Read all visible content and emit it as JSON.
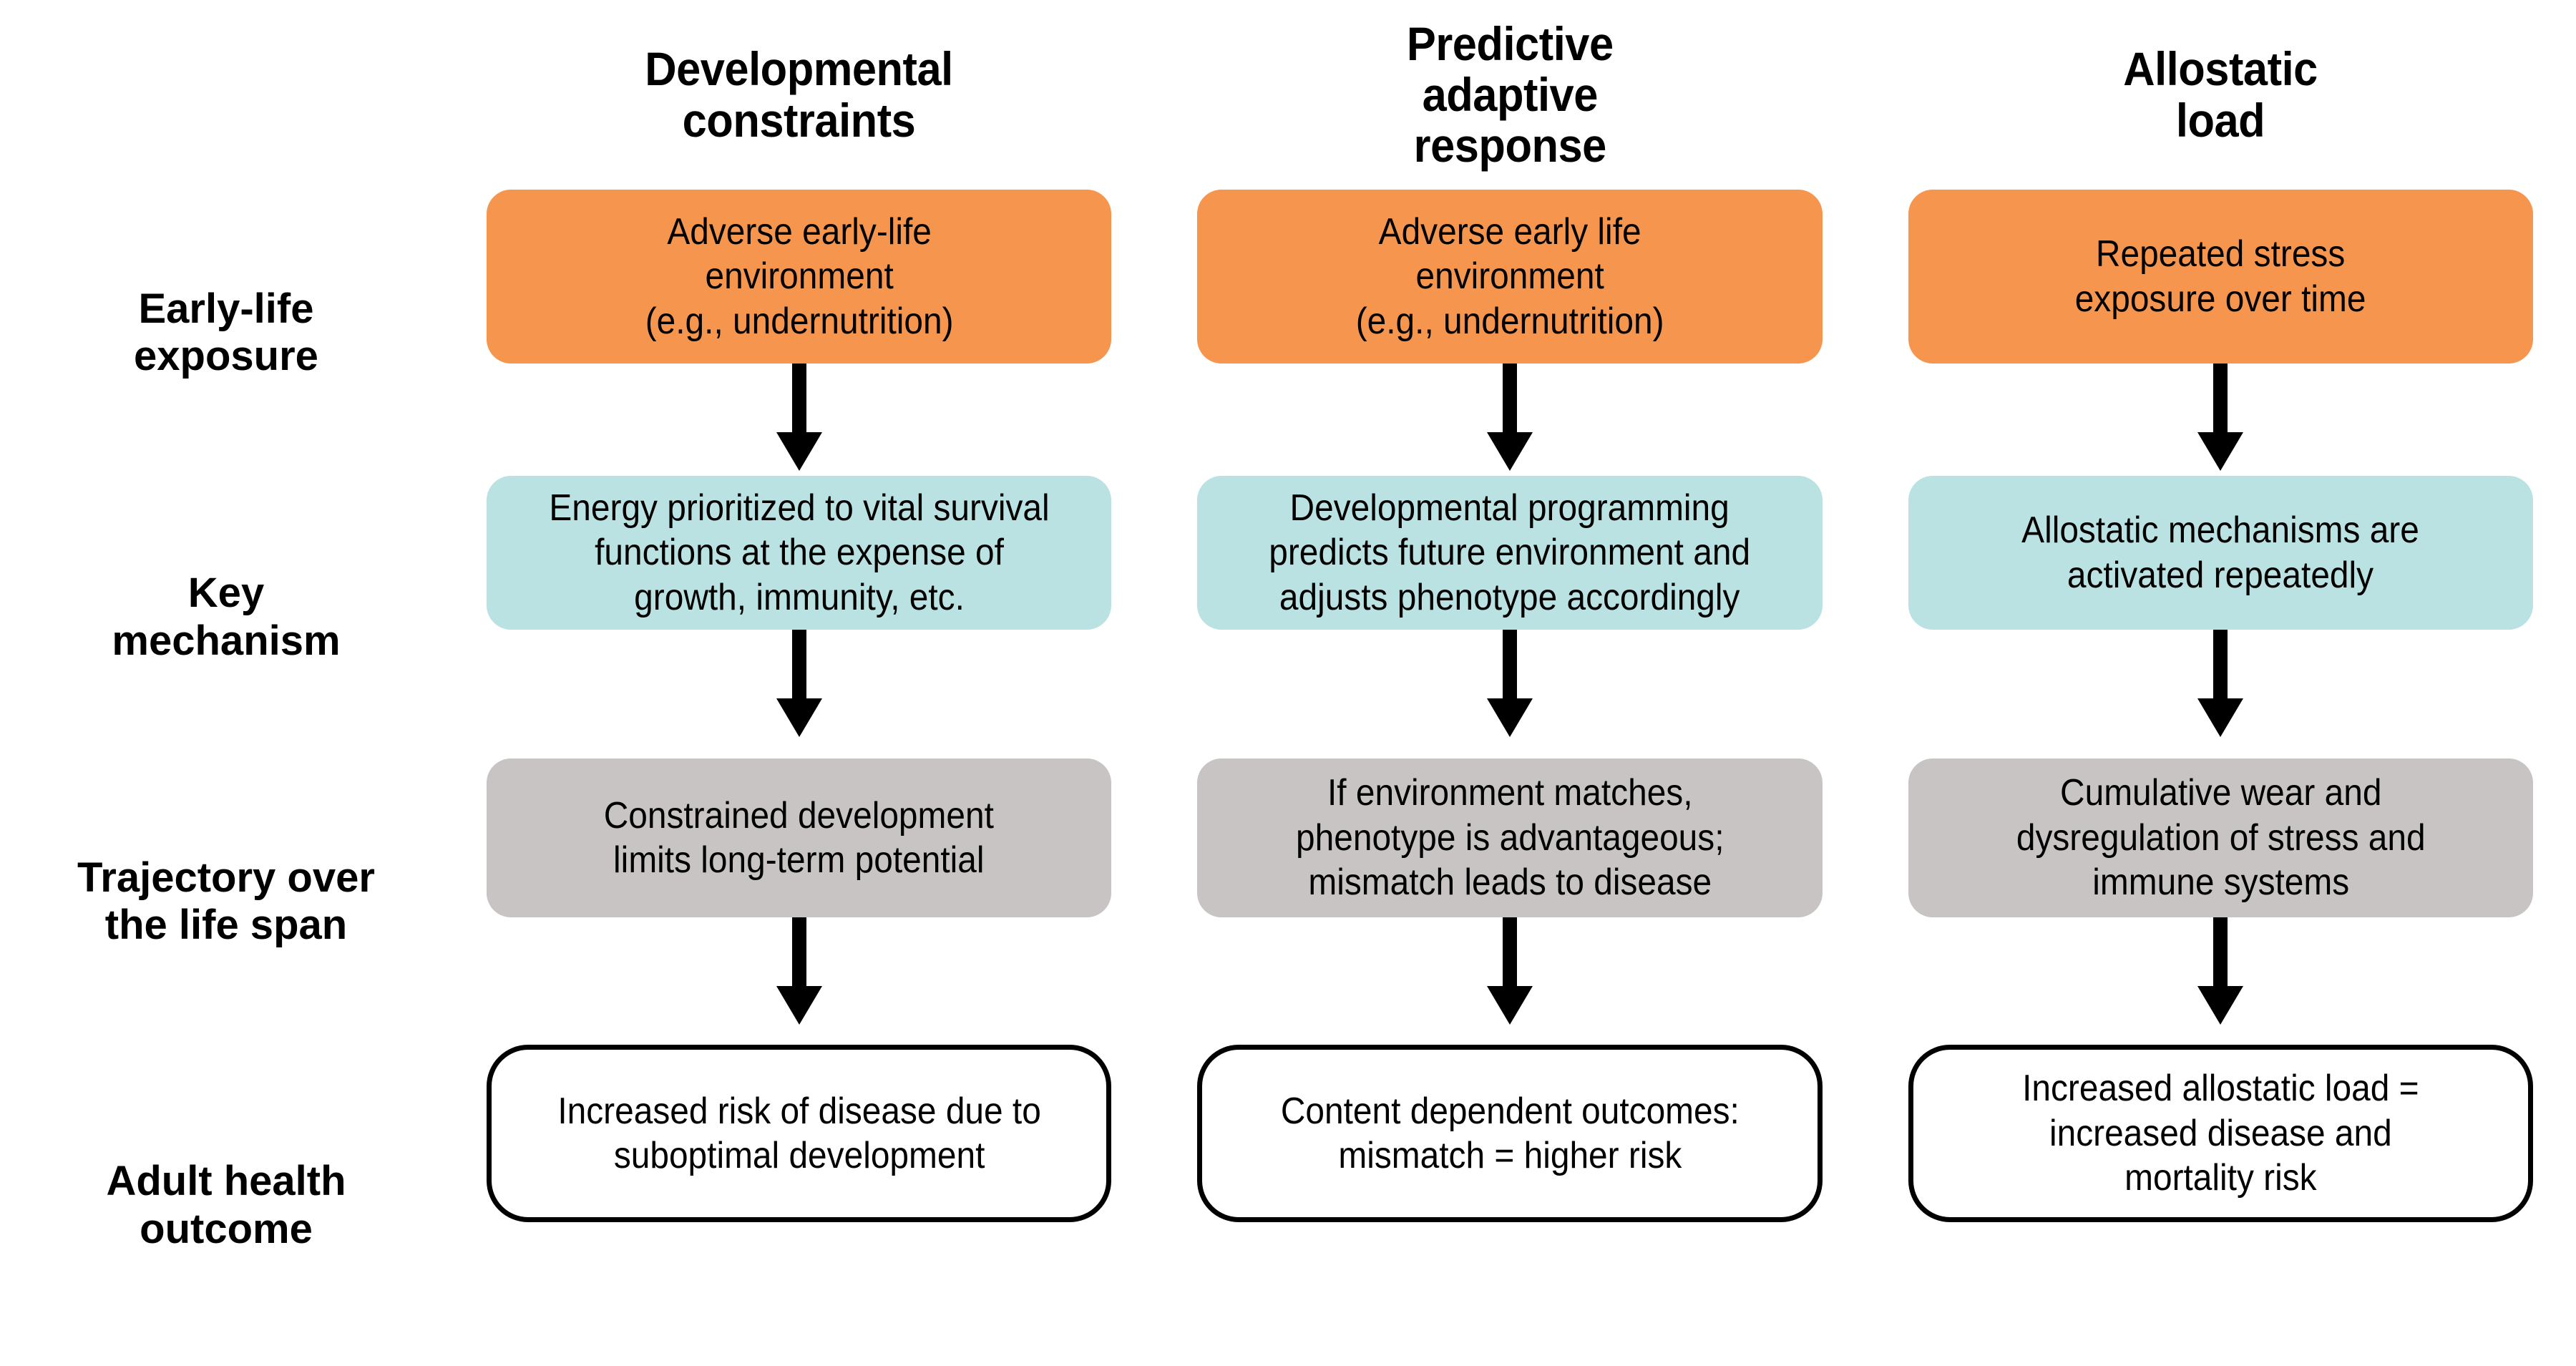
{
  "diagram": {
    "columns": [
      {
        "id": "developmental-constraints",
        "header": "Developmental\nconstraints"
      },
      {
        "id": "predictive-adaptive-response",
        "header": "Predictive\nadaptive\nresponse"
      },
      {
        "id": "allostatic-load",
        "header": "Allostatic\nload"
      }
    ],
    "rows": [
      {
        "id": "early-life-exposure",
        "label": "Early-life\nexposure",
        "fill": "#f6954e",
        "style": "orange",
        "cells": [
          "Adverse early-life\nenvironment\n(e.g., undernutrition)",
          "Adverse early life\nenvironment\n(e.g., undernutrition)",
          "Repeated stress\nexposure over time"
        ]
      },
      {
        "id": "key-mechanism",
        "label": "Key\nmechanism",
        "fill": "#bbe2e2",
        "style": "teal",
        "cells": [
          "Energy prioritized to vital survival\nfunctions at the expense of\ngrowth, immunity, etc.",
          "Developmental programming\npredicts future environment and\nadjusts phenotype accordingly",
          "Allostatic mechanisms are\nactivated repeatedly"
        ]
      },
      {
        "id": "trajectory-over-the-life-span",
        "label": "Trajectory over\nthe life span",
        "fill": "#c8c4c4",
        "style": "gray",
        "cells": [
          "Constrained development\nlimits long-term potential",
          "If environment matches,\nphenotype is advantageous;\nmismatch leads to disease",
          "Cumulative wear and\ndysregulation of stress and\nimmune systems"
        ]
      },
      {
        "id": "adult-health-outcome",
        "label": "Adult health\noutcome",
        "fill": "#ffffff",
        "style": "white-outline",
        "cells": [
          "Increased risk of disease due to\nsuboptimal development",
          "Content dependent outcomes:\nmismatch = higher risk",
          "Increased allostatic load =\nincreased disease and\nmortality risk"
        ]
      }
    ],
    "arrow_color": "#000000",
    "flow_direction": "top-to-bottom"
  }
}
